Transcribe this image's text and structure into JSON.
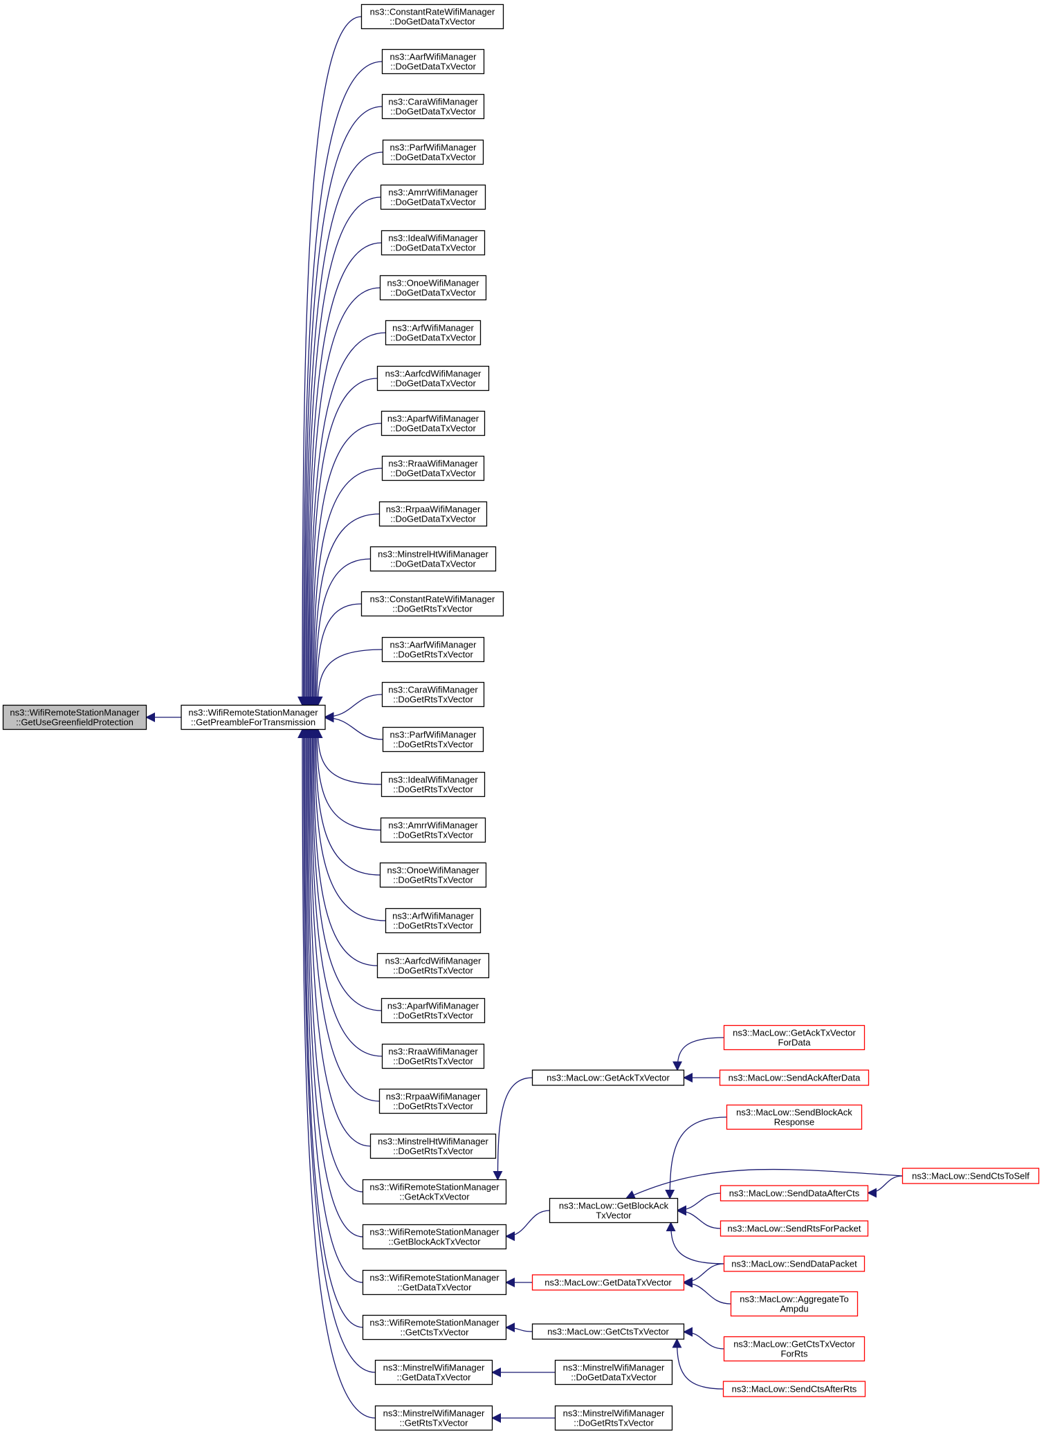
{
  "graph": {
    "colors": {
      "edge": "#191970",
      "node_border": "#000000",
      "truncated_border": "#ff0000",
      "root_fill": "#bfbfbf",
      "node_fill": "#ffffff"
    },
    "nodes": [
      {
        "id": "root",
        "lines": [
          "ns3::WifiRemoteStationManager",
          "::GetUseGreenfieldProtection"
        ],
        "style": "root"
      },
      {
        "id": "gpft",
        "lines": [
          "ns3::WifiRemoteStationManager",
          "::GetPreambleForTransmission"
        ],
        "style": "normal"
      },
      {
        "id": "constrate_data",
        "lines": [
          "ns3::ConstantRateWifiManager",
          "::DoGetDataTxVector"
        ],
        "style": "normal"
      },
      {
        "id": "aarf_data",
        "lines": [
          "ns3::AarfWifiManager",
          "::DoGetDataTxVector"
        ],
        "style": "normal"
      },
      {
        "id": "cara_data",
        "lines": [
          "ns3::CaraWifiManager",
          "::DoGetDataTxVector"
        ],
        "style": "normal"
      },
      {
        "id": "parf_data",
        "lines": [
          "ns3::ParfWifiManager",
          "::DoGetDataTxVector"
        ],
        "style": "normal"
      },
      {
        "id": "amrr_data",
        "lines": [
          "ns3::AmrrWifiManager",
          "::DoGetDataTxVector"
        ],
        "style": "normal"
      },
      {
        "id": "ideal_data",
        "lines": [
          "ns3::IdealWifiManager",
          "::DoGetDataTxVector"
        ],
        "style": "normal"
      },
      {
        "id": "onoe_data",
        "lines": [
          "ns3::OnoeWifiManager",
          "::DoGetDataTxVector"
        ],
        "style": "normal"
      },
      {
        "id": "arf_data",
        "lines": [
          "ns3::ArfWifiManager",
          "::DoGetDataTxVector"
        ],
        "style": "normal"
      },
      {
        "id": "aarfcd_data",
        "lines": [
          "ns3::AarfcdWifiManager",
          "::DoGetDataTxVector"
        ],
        "style": "normal"
      },
      {
        "id": "aparf_data",
        "lines": [
          "ns3::AparfWifiManager",
          "::DoGetDataTxVector"
        ],
        "style": "normal"
      },
      {
        "id": "rraa_data",
        "lines": [
          "ns3::RraaWifiManager",
          "::DoGetDataTxVector"
        ],
        "style": "normal"
      },
      {
        "id": "rrpaa_data",
        "lines": [
          "ns3::RrpaaWifiManager",
          "::DoGetDataTxVector"
        ],
        "style": "normal"
      },
      {
        "id": "minstrelht_data",
        "lines": [
          "ns3::MinstrelHtWifiManager",
          "::DoGetDataTxVector"
        ],
        "style": "normal"
      },
      {
        "id": "constrate_rts",
        "lines": [
          "ns3::ConstantRateWifiManager",
          "::DoGetRtsTxVector"
        ],
        "style": "normal"
      },
      {
        "id": "aarf_rts",
        "lines": [
          "ns3::AarfWifiManager",
          "::DoGetRtsTxVector"
        ],
        "style": "normal"
      },
      {
        "id": "cara_rts",
        "lines": [
          "ns3::CaraWifiManager",
          "::DoGetRtsTxVector"
        ],
        "style": "normal"
      },
      {
        "id": "parf_rts",
        "lines": [
          "ns3::ParfWifiManager",
          "::DoGetRtsTxVector"
        ],
        "style": "normal"
      },
      {
        "id": "ideal_rts",
        "lines": [
          "ns3::IdealWifiManager",
          "::DoGetRtsTxVector"
        ],
        "style": "normal"
      },
      {
        "id": "amrr_rts",
        "lines": [
          "ns3::AmrrWifiManager",
          "::DoGetRtsTxVector"
        ],
        "style": "normal"
      },
      {
        "id": "onoe_rts",
        "lines": [
          "ns3::OnoeWifiManager",
          "::DoGetRtsTxVector"
        ],
        "style": "normal"
      },
      {
        "id": "arf_rts",
        "lines": [
          "ns3::ArfWifiManager",
          "::DoGetRtsTxVector"
        ],
        "style": "normal"
      },
      {
        "id": "aarfcd_rts",
        "lines": [
          "ns3::AarfcdWifiManager",
          "::DoGetRtsTxVector"
        ],
        "style": "normal"
      },
      {
        "id": "aparf_rts",
        "lines": [
          "ns3::AparfWifiManager",
          "::DoGetRtsTxVector"
        ],
        "style": "normal"
      },
      {
        "id": "rraa_rts",
        "lines": [
          "ns3::RraaWifiManager",
          "::DoGetRtsTxVector"
        ],
        "style": "normal"
      },
      {
        "id": "rrpaa_rts",
        "lines": [
          "ns3::RrpaaWifiManager",
          "::DoGetRtsTxVector"
        ],
        "style": "normal"
      },
      {
        "id": "minstrelht_rts",
        "lines": [
          "ns3::MinstrelHtWifiManager",
          "::DoGetRtsTxVector"
        ],
        "style": "normal"
      },
      {
        "id": "wrsm_ack",
        "lines": [
          "ns3::WifiRemoteStationManager",
          "::GetAckTxVector"
        ],
        "style": "normal"
      },
      {
        "id": "wrsm_blockack",
        "lines": [
          "ns3::WifiRemoteStationManager",
          "::GetBlockAckTxVector"
        ],
        "style": "normal"
      },
      {
        "id": "wrsm_data",
        "lines": [
          "ns3::WifiRemoteStationManager",
          "::GetDataTxVector"
        ],
        "style": "normal"
      },
      {
        "id": "wrsm_cts",
        "lines": [
          "ns3::WifiRemoteStationManager",
          "::GetCtsTxVector"
        ],
        "style": "normal"
      },
      {
        "id": "minstrel_data",
        "lines": [
          "ns3::MinstrelWifiManager",
          "::GetDataTxVector"
        ],
        "style": "normal"
      },
      {
        "id": "minstrel_rts",
        "lines": [
          "ns3::MinstrelWifiManager",
          "::GetRtsTxVector"
        ],
        "style": "normal"
      },
      {
        "id": "maclow_ack",
        "lines": [
          "ns3::MacLow::GetAckTxVector"
        ],
        "style": "normal"
      },
      {
        "id": "maclow_blockack",
        "lines": [
          "ns3::MacLow::GetBlockAck",
          "TxVector"
        ],
        "style": "normal"
      },
      {
        "id": "maclow_data",
        "lines": [
          "ns3::MacLow::GetDataTxVector"
        ],
        "style": "truncated"
      },
      {
        "id": "maclow_cts",
        "lines": [
          "ns3::MacLow::GetCtsTxVector"
        ],
        "style": "normal"
      },
      {
        "id": "minstrel_dodata",
        "lines": [
          "ns3::MinstrelWifiManager",
          "::DoGetDataTxVector"
        ],
        "style": "normal"
      },
      {
        "id": "minstrel_dorts",
        "lines": [
          "ns3::MinstrelWifiManager",
          "::DoGetRtsTxVector"
        ],
        "style": "normal"
      },
      {
        "id": "ack_fordata",
        "lines": [
          "ns3::MacLow::GetAckTxVector",
          "ForData"
        ],
        "style": "truncated"
      },
      {
        "id": "sendackafterdata",
        "lines": [
          "ns3::MacLow::SendAckAfterData"
        ],
        "style": "truncated"
      },
      {
        "id": "sendblockackresp",
        "lines": [
          "ns3::MacLow::SendBlockAck",
          "Response"
        ],
        "style": "truncated"
      },
      {
        "id": "senddataaftercts",
        "lines": [
          "ns3::MacLow::SendDataAfterCts"
        ],
        "style": "truncated"
      },
      {
        "id": "sendrtsforpacket",
        "lines": [
          "ns3::MacLow::SendRtsForPacket"
        ],
        "style": "truncated"
      },
      {
        "id": "senddatapacket",
        "lines": [
          "ns3::MacLow::SendDataPacket"
        ],
        "style": "truncated"
      },
      {
        "id": "aggregatetoampdu",
        "lines": [
          "ns3::MacLow::AggregateTo",
          "Ampdu"
        ],
        "style": "truncated"
      },
      {
        "id": "cts_forrts",
        "lines": [
          "ns3::MacLow::GetCtsTxVector",
          "ForRts"
        ],
        "style": "truncated"
      },
      {
        "id": "sendctsafterrts",
        "lines": [
          "ns3::MacLow::SendCtsAfterRts"
        ],
        "style": "truncated"
      },
      {
        "id": "sendctstoself",
        "lines": [
          "ns3::MacLow::SendCtsToSelf"
        ],
        "style": "truncated"
      }
    ],
    "edges": [
      {
        "from": "gpft",
        "to": "root"
      },
      {
        "from": "constrate_data",
        "to": "gpft"
      },
      {
        "from": "aarf_data",
        "to": "gpft"
      },
      {
        "from": "cara_data",
        "to": "gpft"
      },
      {
        "from": "parf_data",
        "to": "gpft"
      },
      {
        "from": "amrr_data",
        "to": "gpft"
      },
      {
        "from": "ideal_data",
        "to": "gpft"
      },
      {
        "from": "onoe_data",
        "to": "gpft"
      },
      {
        "from": "arf_data",
        "to": "gpft"
      },
      {
        "from": "aarfcd_data",
        "to": "gpft"
      },
      {
        "from": "aparf_data",
        "to": "gpft"
      },
      {
        "from": "rraa_data",
        "to": "gpft"
      },
      {
        "from": "rrpaa_data",
        "to": "gpft"
      },
      {
        "from": "minstrelht_data",
        "to": "gpft"
      },
      {
        "from": "constrate_rts",
        "to": "gpft"
      },
      {
        "from": "aarf_rts",
        "to": "gpft"
      },
      {
        "from": "cara_rts",
        "to": "gpft"
      },
      {
        "from": "parf_rts",
        "to": "gpft"
      },
      {
        "from": "ideal_rts",
        "to": "gpft"
      },
      {
        "from": "amrr_rts",
        "to": "gpft"
      },
      {
        "from": "onoe_rts",
        "to": "gpft"
      },
      {
        "from": "arf_rts",
        "to": "gpft"
      },
      {
        "from": "aarfcd_rts",
        "to": "gpft"
      },
      {
        "from": "aparf_rts",
        "to": "gpft"
      },
      {
        "from": "rraa_rts",
        "to": "gpft"
      },
      {
        "from": "rrpaa_rts",
        "to": "gpft"
      },
      {
        "from": "minstrelht_rts",
        "to": "gpft"
      },
      {
        "from": "wrsm_ack",
        "to": "gpft"
      },
      {
        "from": "wrsm_blockack",
        "to": "gpft"
      },
      {
        "from": "wrsm_data",
        "to": "gpft"
      },
      {
        "from": "wrsm_cts",
        "to": "gpft"
      },
      {
        "from": "minstrel_data",
        "to": "gpft"
      },
      {
        "from": "minstrel_rts",
        "to": "gpft"
      },
      {
        "from": "maclow_ack",
        "to": "wrsm_ack"
      },
      {
        "from": "maclow_blockack",
        "to": "wrsm_blockack"
      },
      {
        "from": "maclow_data",
        "to": "wrsm_data"
      },
      {
        "from": "maclow_cts",
        "to": "wrsm_cts"
      },
      {
        "from": "minstrel_dodata",
        "to": "minstrel_data"
      },
      {
        "from": "minstrel_dorts",
        "to": "minstrel_rts"
      },
      {
        "from": "ack_fordata",
        "to": "maclow_ack"
      },
      {
        "from": "sendackafterdata",
        "to": "maclow_ack"
      },
      {
        "from": "sendblockackresp",
        "to": "maclow_blockack"
      },
      {
        "from": "sendctstoself",
        "to": "maclow_blockack"
      },
      {
        "from": "senddataaftercts",
        "to": "maclow_blockack"
      },
      {
        "from": "sendrtsforpacket",
        "to": "maclow_blockack"
      },
      {
        "from": "senddatapacket",
        "to": "maclow_blockack"
      },
      {
        "from": "senddatapacket",
        "to": "maclow_data"
      },
      {
        "from": "aggregatetoampdu",
        "to": "maclow_data"
      },
      {
        "from": "cts_forrts",
        "to": "maclow_cts"
      },
      {
        "from": "sendctsafterrts",
        "to": "maclow_cts"
      },
      {
        "from": "sendctstoself",
        "to": "senddataaftercts"
      }
    ]
  }
}
